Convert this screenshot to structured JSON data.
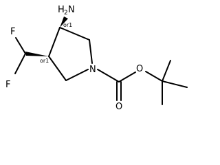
{
  "molecule": {
    "amine_label": "H",
    "amine_subscript": "2",
    "amine_n": "N",
    "stereo_label_top": "or1",
    "stereo_label_left": "or1",
    "fluorine_top": "F",
    "fluorine_bottom": "F",
    "ring_nitrogen": "N",
    "ester_oxygen": "O",
    "carbonyl_oxygen": "O"
  }
}
